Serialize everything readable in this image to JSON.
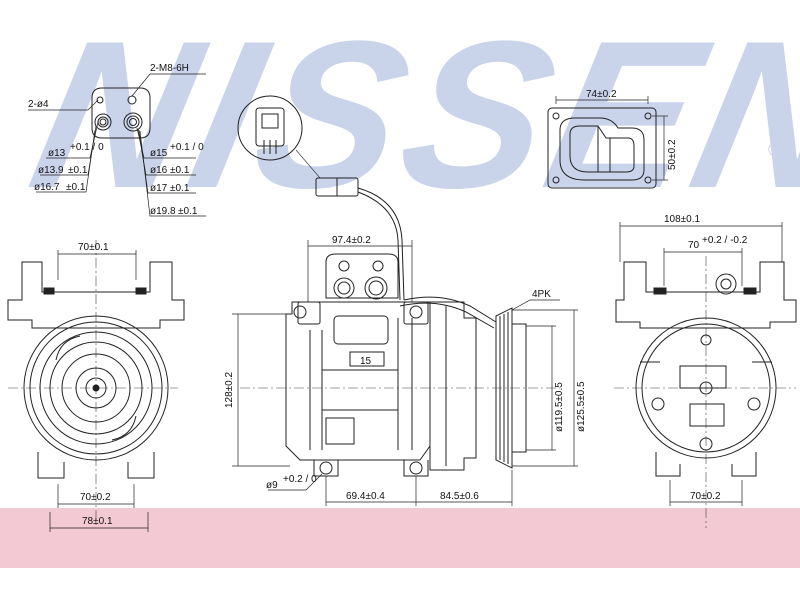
{
  "watermark": {
    "brand_text": "NISSENS",
    "registered_mark": "®"
  },
  "top_left_detail": {
    "callout_thread": "2-M8-6H",
    "callout_hole": "2-ø4",
    "left_port_dims": [
      "ø13",
      "ø13.9",
      "ø16.7"
    ],
    "left_port_tols": [
      "+0.1 / 0",
      "±0.1",
      "±0.1"
    ],
    "right_port_dims": [
      "ø15",
      "ø16",
      "ø17",
      "ø19.8"
    ],
    "right_port_tols": [
      "+0.1 / 0",
      "±0.1",
      "±0.1",
      "±0.1"
    ]
  },
  "top_right_detail": {
    "width_dim": "74±0.2",
    "height_dim": "50±0.2"
  },
  "left_view": {
    "top_dim": "70±0.1",
    "bottom_dim": "70±0.2",
    "overall_dim": "78±0.1"
  },
  "center_view": {
    "top_dim": "97.4±0.2",
    "height_dim": "128±0.2",
    "hole_dim": "ø9",
    "hole_tol": "+0.2 / 0",
    "bottom_left_dim": "69.4±0.4",
    "bottom_right_dim": "84.5±0.6",
    "pulley_label": "4PK",
    "inner_label": "15",
    "pulley_dim_1": "ø119.5±0.5",
    "pulley_dim_2": "ø125.5±0.5"
  },
  "right_view": {
    "top_dim": "108±0.1",
    "second_dim": "70",
    "second_tol": "+0.2 / -0.2",
    "bottom_dim": "70±0.2"
  }
}
